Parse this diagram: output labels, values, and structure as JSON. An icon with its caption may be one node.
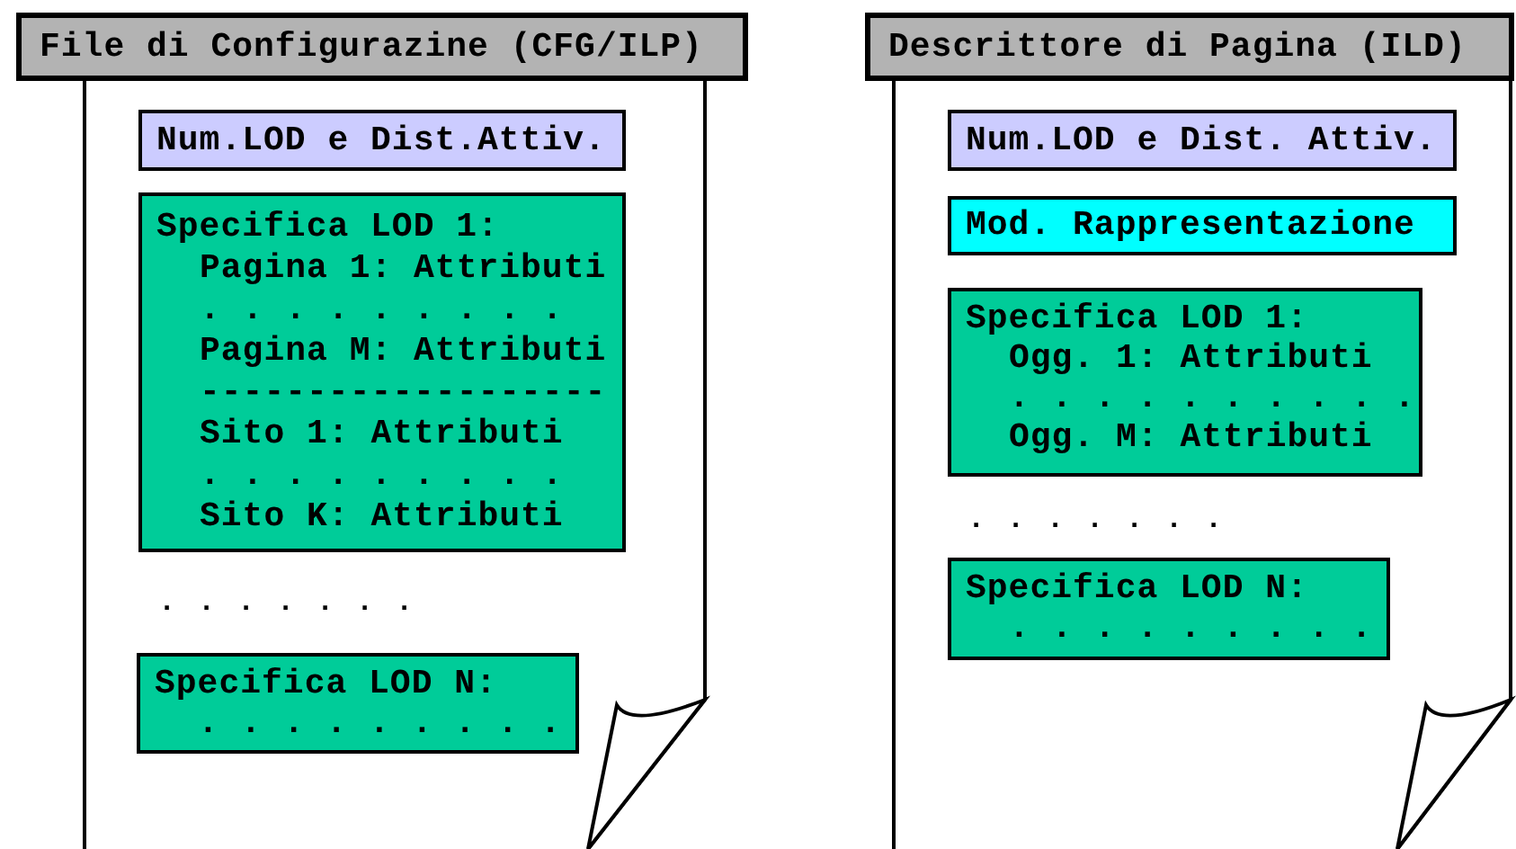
{
  "diagram": {
    "nodes": [
      {
        "text": [
          "File di Configurazine (CFG/ILP)"
        ]
      },
      {
        "text": [
          "Num.LOD e Dist.Attiv."
        ],
        "in": 0
      },
      {
        "text": [
          "Specifica LOD 1:",
          "Pagina 1: Attributi",
          ". . . . . . . . .",
          "Pagina M: Attributi",
          "-------------------",
          "Sito 1: Attributi",
          ". . . . . . . . .",
          "Sito K: Attributi"
        ],
        "in": 0
      },
      {
        "text": [
          "Specifica LOD N:",
          ". . . . . . . . ."
        ],
        "in": 0
      },
      {
        "text": [
          "Descrittore di Pagina (ILD)"
        ]
      },
      {
        "text": [
          "Num.LOD e Dist. Attiv."
        ],
        "in": 4
      },
      {
        "text": [
          "Mod. Rappresentazione"
        ],
        "in": 4
      },
      {
        "text": [
          "Specifica LOD 1:",
          "Ogg. 1: Attributi",
          ". . . . . . . . . .",
          "Ogg. M: Attributi"
        ],
        "in": 4
      },
      {
        "text": [
          "Specifica LOD N:",
          ". . . . . . . . ."
        ],
        "in": 4
      }
    ],
    "labels": [
      ". . . . . . .",
      ". . . . . . ."
    ]
  }
}
